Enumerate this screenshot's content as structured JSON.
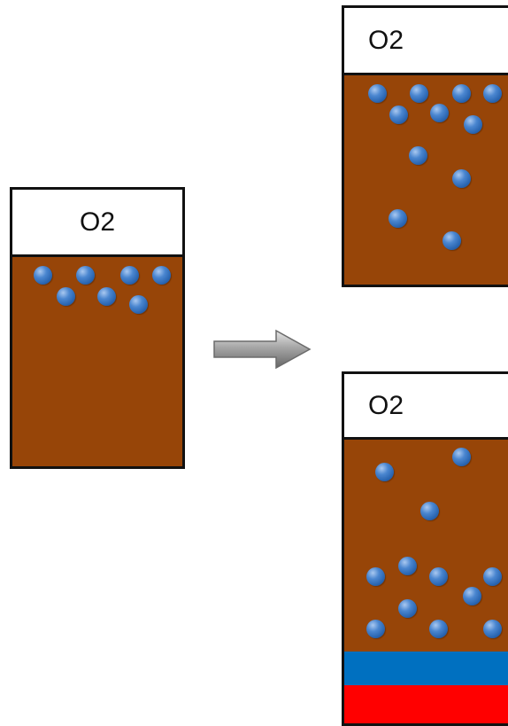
{
  "colors": {
    "soil": "#974508",
    "oxygen_bubble": "#2f6bbd",
    "layer_blue": "#0070c0",
    "layer_red": "#ff0000",
    "outline": "#111111",
    "arrow": "#8c8c8c"
  },
  "beakers": [
    {
      "id": "initial",
      "gas_label": "O2"
    },
    {
      "id": "result-top",
      "gas_label": "O2"
    },
    {
      "id": "result-bottom",
      "gas_label": "O2"
    }
  ]
}
